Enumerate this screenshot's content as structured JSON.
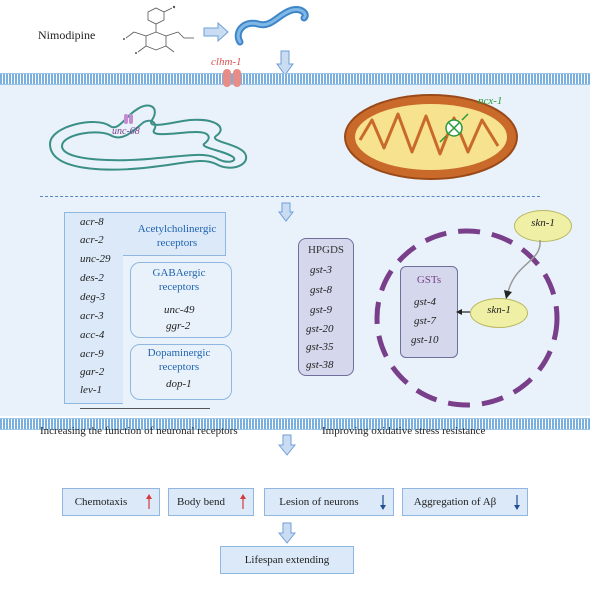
{
  "top": {
    "drug_label": "Nimodipine",
    "channel_label": "clhm-1"
  },
  "organelles": {
    "er_label": "unc-68",
    "mito_label": "ncx-1"
  },
  "receptors": {
    "genes": [
      "acr-8",
      "acr-2",
      "unc-29",
      "des-2",
      "deg-3",
      "acr-3",
      "acc-4",
      "acr-9",
      "gar-2",
      "lev-1"
    ],
    "acetyl_label": "Acetylcholinergic receptors",
    "gaba_label": "GABAergic receptors",
    "gaba_genes": [
      "unc-49",
      "ggr-2"
    ],
    "dopa_label": "Dopaminergic receptors",
    "dopa_genes": [
      "dop-1"
    ],
    "caption": "Increasing the function of neuronal receptors"
  },
  "oxidative": {
    "hpgds_title": "HPGDS",
    "hpgds_genes": [
      "gst-3",
      "gst-8",
      "gst-9",
      "gst-20",
      "gst-35",
      "gst-38"
    ],
    "gsts_title": "GSTs",
    "gsts_genes": [
      "gst-4",
      "gst-7",
      "gst-10"
    ],
    "skn_outer": "skn-1",
    "skn_inner": "skn-1",
    "caption": "Improving oxidative stress resistance"
  },
  "outcomes": {
    "items": [
      {
        "label": "Chemotaxis",
        "direction": "up"
      },
      {
        "label": "Body bend",
        "direction": "up"
      },
      {
        "label": "Lesion of neurons",
        "direction": "down"
      },
      {
        "label": "Aggregation of Aβ",
        "direction": "down"
      }
    ],
    "final": "Lifespan extending"
  },
  "colors": {
    "up_arrow": "#d43a3a",
    "down_arrow": "#1f4f96",
    "accent_blue": "#1f63b0",
    "purple": "#7a3f8a",
    "green": "#2a9a3a",
    "channel_red": "#d9534f"
  }
}
